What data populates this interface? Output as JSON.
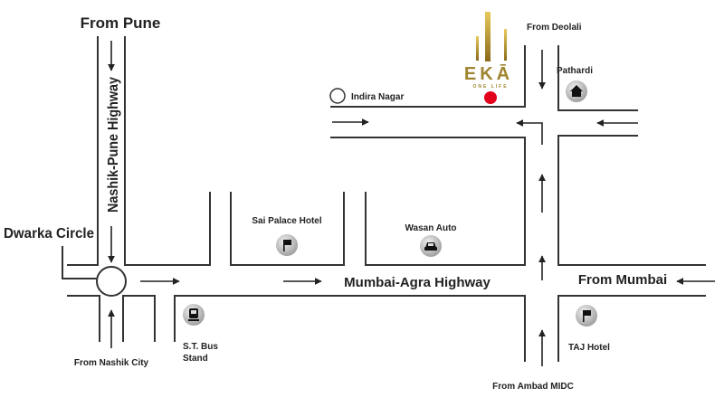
{
  "labels": {
    "from_pune": "From Pune",
    "nashik_pune_highway": "Nashik-Pune Highway",
    "dwarka_circle": "Dwarka Circle",
    "from_nashik_city": "From Nashik City",
    "st_bus_line1": "S.T. Bus",
    "st_bus_line2": "Stand",
    "sai_palace_hotel": "Sai Palace Hotel",
    "wasan_auto": "Wasan Auto",
    "mumbai_agra_highway": "Mumbai-Agra Highway",
    "indira_nagar": "Indira Nagar",
    "from_deolali": "From Deolali",
    "pathardi": "Pathardi",
    "from_mumbai": "From Mumbai",
    "taj_hotel": "TAJ Hotel",
    "from_ambad_midc": "From Ambad MIDC"
  },
  "logo": {
    "name": "EKĀ",
    "tagline": "ONE LIFE"
  },
  "colors": {
    "road": "#333333",
    "marker": "#e3001b",
    "logo_gold": "#b08d2a",
    "icon_bg": "#c8c8c8"
  }
}
